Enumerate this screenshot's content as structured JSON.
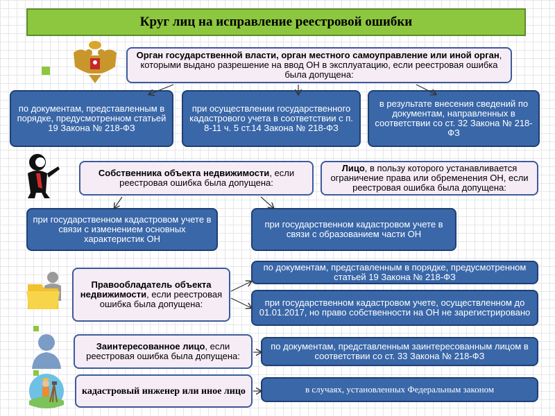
{
  "title": "Круг лиц на исправление реестровой ошибки",
  "organ": {
    "bold": "Орган государственной власти, орган местного самоуправление или иной орган",
    "rest": ", которыми выдано разрешение на ввод ОН в эксплуатацию, если реестровая ошибка была допущена:"
  },
  "organ_cases": [
    "по документам, представленным в порядке, предусмотренном статьей 19 Закона № 218-ФЗ",
    "при осуществлении государственного кадастрового учета в соответствии с п. 8-11 ч. 5 ст.14 Закона № 218-ФЗ",
    "в результате внесения сведений по документам, направленных в соответствии со ст. 32 Закона № 218-ФЗ"
  ],
  "owner": {
    "bold": "Собственника объекта недвижимости",
    "rest": ", если реестровая ошибка была допущена:"
  },
  "person": {
    "bold": "Лицо",
    "rest": ", в пользу которого устанавливается ограничение права или обременения ОН, если реестровая ошибка была допущена:"
  },
  "owner_cases": [
    "при государственном кадастровом учете в связи с изменением основных характеристик ОН",
    "при государственном кадастровом учете в связи с образованием части ОН"
  ],
  "holder": {
    "bold": "Правообладатель объекта недвижимости",
    "rest": ", если реестровая ошибка была допущена:"
  },
  "holder_cases": [
    "по документам, представленным в порядке, предусмотренном статьей 19 Закона № 218-ФЗ",
    "при государственном кадастровом учете, осуществленном до 01.01.2017, но право собственности на ОН не зарегистрировано"
  ],
  "interested": {
    "bold": "Заинтересованное лицо",
    "rest": ", если реестровая ошибка была допущена:"
  },
  "interested_case": "по документам, представленным заинтересованным лицом в соответствии со ст. 33 Закона № 218-ФЗ",
  "engineer": "кадастровый инженер или иное лицо",
  "engineer_case": "в случаях, установленных Федеральным законом",
  "colors": {
    "accent_green": "#8dc63f",
    "box_blue": "#3a67a8",
    "box_pink": "#f6ecf6"
  }
}
